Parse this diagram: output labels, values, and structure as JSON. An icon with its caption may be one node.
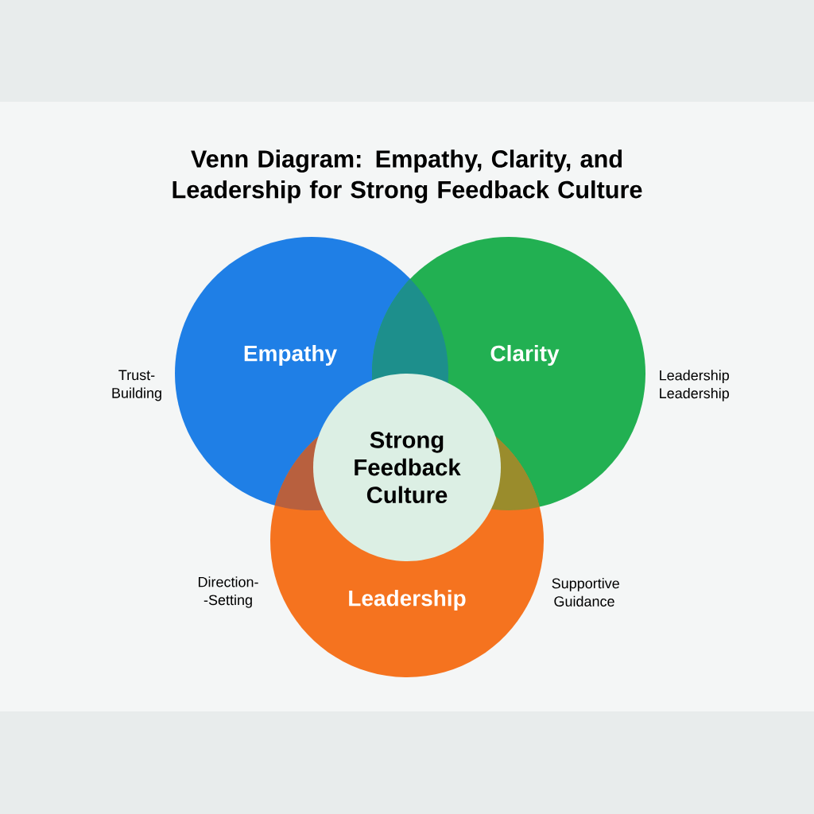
{
  "diagram": {
    "title": "Venn Diagram: Empathy, Clarity, and Leadership for Strong Feedback Culture",
    "nodes": [
      {
        "text": [
          "Empathy"
        ]
      },
      {
        "text": [
          "Clarity"
        ]
      },
      {
        "text": [
          "Leadership"
        ]
      },
      {
        "text": [
          "Strong Feedback Culture"
        ]
      }
    ],
    "labels": [
      "Trust- Building",
      "Leadership Leadership",
      "Direction- -Setting",
      "Supportive Guidance"
    ]
  }
}
